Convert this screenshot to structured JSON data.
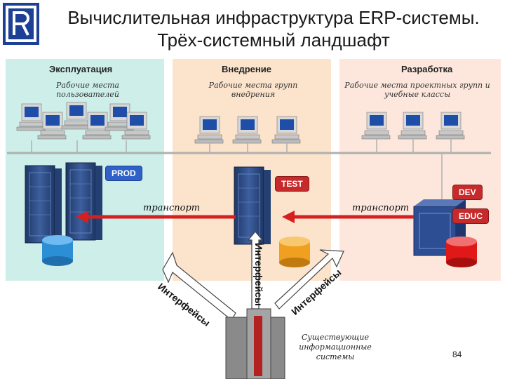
{
  "header": {
    "title_line1": "Вычислительная инфраструктура ERP-системы.",
    "title_line2": "Трёх-системный ландшафт"
  },
  "zones": {
    "ops": {
      "label": "Эксплуатация",
      "sub": "Рабочие места пользователей",
      "color": "#cdeee9"
    },
    "impl": {
      "label": "Внедрение",
      "sub": "Рабочие места групп внедрения",
      "color": "#fbe3cc"
    },
    "dev": {
      "label": "Разработка",
      "sub": "Рабочие места проектных групп и учебные классы",
      "color": "#fde7dc"
    }
  },
  "systems": {
    "prod": "PROD",
    "test": "TEST",
    "dev": "DEV",
    "educ": "EDUC"
  },
  "transport": {
    "left": "транспорт",
    "right": "транспорт"
  },
  "interfaces": {
    "left": "Интерфейсы",
    "center": "Интерфейсы",
    "right": "Интерфейсы"
  },
  "external": "Существующие информационные системы",
  "page_number": "84",
  "colors": {
    "arrow_red": "#d62020",
    "db_blue": "#2c8fd6",
    "db_orange": "#f0a020",
    "db_red": "#e01818",
    "server_blue": "#2a4a8a"
  }
}
